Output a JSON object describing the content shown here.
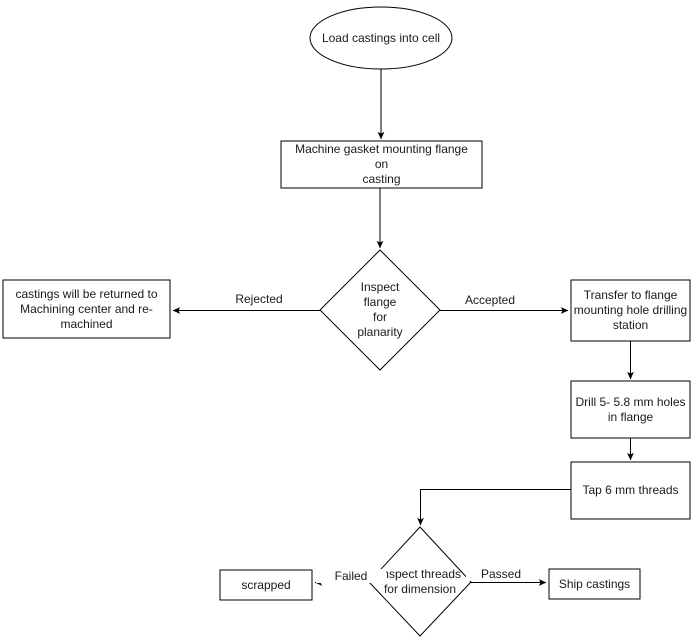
{
  "diagram": {
    "type": "flowchart",
    "background": "#ffffff",
    "stroke_color": "#000000",
    "text_color": "#1a1a1a",
    "nodes": {
      "start": {
        "type": "terminator-ellipse",
        "label": "Load castings into cell"
      },
      "machine_flange": {
        "type": "process",
        "label": "Machine gasket mounting flange\non\ncasting"
      },
      "inspect_planarity": {
        "type": "decision",
        "label": "Inspect\nflange\nfor\nplanarity"
      },
      "return_remachine": {
        "type": "process",
        "label": "castings will be returned to\nMachining center and re-\nmachined"
      },
      "transfer_drilling": {
        "type": "process",
        "label": "Transfer to flange\nmounting hole drilling\nstation"
      },
      "drill_holes": {
        "type": "process",
        "label": "Drill 5- 5.8 mm holes\nin flange"
      },
      "tap_threads": {
        "type": "process",
        "label": "Tap 6 mm threads"
      },
      "inspect_threads": {
        "type": "decision",
        "label": "Inspect threads\nfor dimension"
      },
      "scrapped": {
        "type": "process",
        "label": "scrapped"
      },
      "ship": {
        "type": "process",
        "label": "Ship castings"
      }
    },
    "edges": [
      {
        "from": "start",
        "to": "machine_flange",
        "label": ""
      },
      {
        "from": "machine_flange",
        "to": "inspect_planarity",
        "label": ""
      },
      {
        "from": "inspect_planarity",
        "to": "return_remachine",
        "label": "Rejected"
      },
      {
        "from": "inspect_planarity",
        "to": "transfer_drilling",
        "label": "Accepted"
      },
      {
        "from": "transfer_drilling",
        "to": "drill_holes",
        "label": ""
      },
      {
        "from": "drill_holes",
        "to": "tap_threads",
        "label": ""
      },
      {
        "from": "tap_threads",
        "to": "inspect_threads",
        "label": ""
      },
      {
        "from": "inspect_threads",
        "to": "scrapped",
        "label": "Failed"
      },
      {
        "from": "inspect_threads",
        "to": "ship",
        "label": "Passed"
      }
    ]
  }
}
